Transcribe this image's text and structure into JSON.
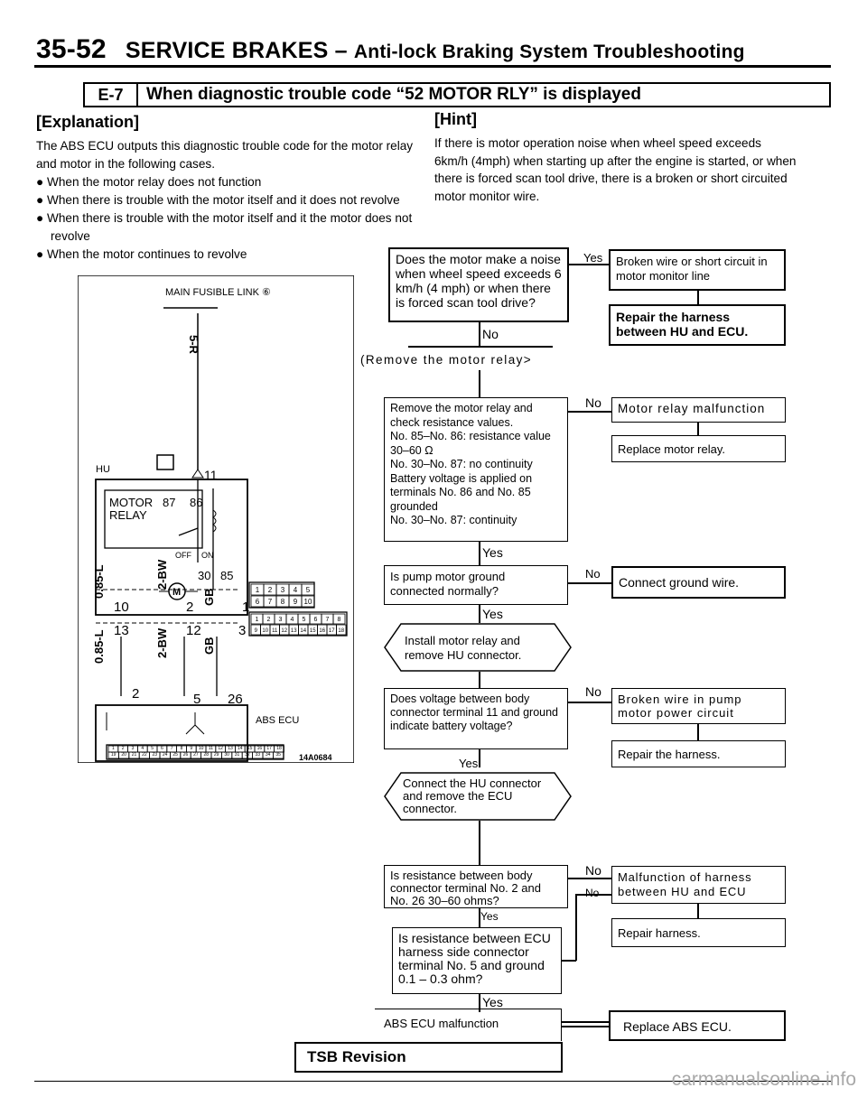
{
  "header": {
    "page_number": "35-52",
    "title": "SERVICE BRAKES –",
    "subtitle": "Anti-lock Braking System Troubleshooting"
  },
  "section": {
    "code": "E-7",
    "title": "When diagnostic trouble code “52 MOTOR RLY” is displayed"
  },
  "explanation": {
    "heading": "[Explanation]",
    "intro": "The ABS ECU outputs this diagnostic trouble code for the motor relay and motor in the following cases.",
    "bullets": [
      "When the motor relay does not function",
      "When there is trouble with the motor itself and it does not revolve",
      "When there is trouble with the motor itself and it the motor does not revolve",
      "When the motor continues to revolve"
    ]
  },
  "hint": {
    "heading": "[Hint]",
    "text": "If there is motor operation noise when wheel speed exceeds 6km/h (4mph) when starting up after the engine is started, or when there is forced scan tool drive, there is a broken or short circuited motor monitor wire."
  },
  "diagram": {
    "fusible_link": "MAIN FUSIBLE LINK ⑥",
    "wire_top": "5-R",
    "hu": "HU",
    "pin_11": "11",
    "motor_relay_1": "MOTOR",
    "motor_relay_2": "RELAY",
    "pin_87": "87",
    "pin_86": "86",
    "off": "OFF",
    "on": "ON",
    "pin_30": "30",
    "pin_85": "85",
    "motor": "M",
    "pin_10": "10",
    "pin_2": "2",
    "pin_1": "1",
    "pin_13": "13",
    "pin_12": "12",
    "pin_3": "3",
    "pin_2b": "2",
    "pin_5": "5",
    "pin_26": "26",
    "w_085l_a": "0.85-L",
    "w_2bw_a": "2-BW",
    "w_gb_a": "GB",
    "w_085l_b": "0.85-L",
    "w_2bw_b": "2-BW",
    "w_gb_b": "GB",
    "abs_ecu": "ABS ECU",
    "connector_hu_top": [
      "1",
      "2",
      "3",
      "4",
      "5"
    ],
    "connector_hu_bottom": [
      "6",
      "7",
      "8",
      "9",
      "10"
    ],
    "connector_a_top": [
      "1",
      "2",
      "3",
      "4",
      "5",
      "6",
      "7",
      "8"
    ],
    "connector_a_bottom": [
      "9",
      "10",
      "11",
      "12",
      "13",
      "14",
      "15",
      "16",
      "17",
      "18"
    ],
    "connector_ecu_top": [
      "1",
      "2",
      "3",
      "4",
      "5",
      "6",
      "7",
      "8",
      "9",
      "10",
      "11",
      "12",
      "13",
      "14",
      "15",
      "16",
      "17",
      "18"
    ],
    "connector_ecu_bottom": [
      "19",
      "20",
      "21",
      "22",
      "23",
      "24",
      "25",
      "26",
      "27",
      "28",
      "29",
      "30",
      "31",
      "32",
      "33",
      "34",
      "35"
    ],
    "figure_id": "14A0684"
  },
  "flow": {
    "q1": "Does the motor make a noise when wheel speed exceeds 6 km/h (4 mph) or when there is forced scan tool drive?",
    "q1_yes": "Yes",
    "r1": "Broken wire or short circuit in motor monitor line",
    "r1_action": "Repair the harness between HU and ECU.",
    "q1_no": "No",
    "step_remove": "(Remove the motor relay>",
    "q2_lines": [
      "Remove the motor relay and check resistance values.",
      "No. 85–No. 86: resistance value 30–60 Ω",
      "No. 30–No. 87: no continuity",
      "Battery voltage is applied on terminals No. 86 and No. 85 grounded",
      "No. 30–No. 87: continuity"
    ],
    "q2_no": "No",
    "r2": "Motor relay malfunction",
    "r2_action": "Replace motor relay.",
    "q2_yes": "Yes",
    "q3": "Is pump motor ground connected normally?",
    "q3_no": "No",
    "r3": "Connect ground wire.",
    "q3_yes": "Yes",
    "step_install": "Install motor relay and remove HU connector.",
    "q4": "Does voltage between body connector terminal 11 and ground indicate battery voltage?",
    "q4_no": "No",
    "r4": "Broken wire in pump motor power circuit",
    "r4_action": "Repair the harness.",
    "q4_yes": "Yes",
    "step_connect": "Connect the HU connector and remove the ECU connector.",
    "q5": "Is resistance between body connector terminal No. 2 and No. 26 30–60 ohms?",
    "q5_no": "No",
    "r5": "Malfunction of harness between HU and ECU",
    "r5_action": "Repair harness.",
    "q5_yes": "Yes",
    "q6": "Is resistance between ECU harness side connector terminal No. 5 and ground 0.1 – 0.3 ohm?",
    "q6_no": "No",
    "q6_yes": "Yes",
    "r6": "ABS ECU malfunction",
    "r6_action": "Replace ABS ECU."
  },
  "footer": {
    "tsb": "TSB Revision",
    "watermark": "carmanualsonline.info"
  }
}
